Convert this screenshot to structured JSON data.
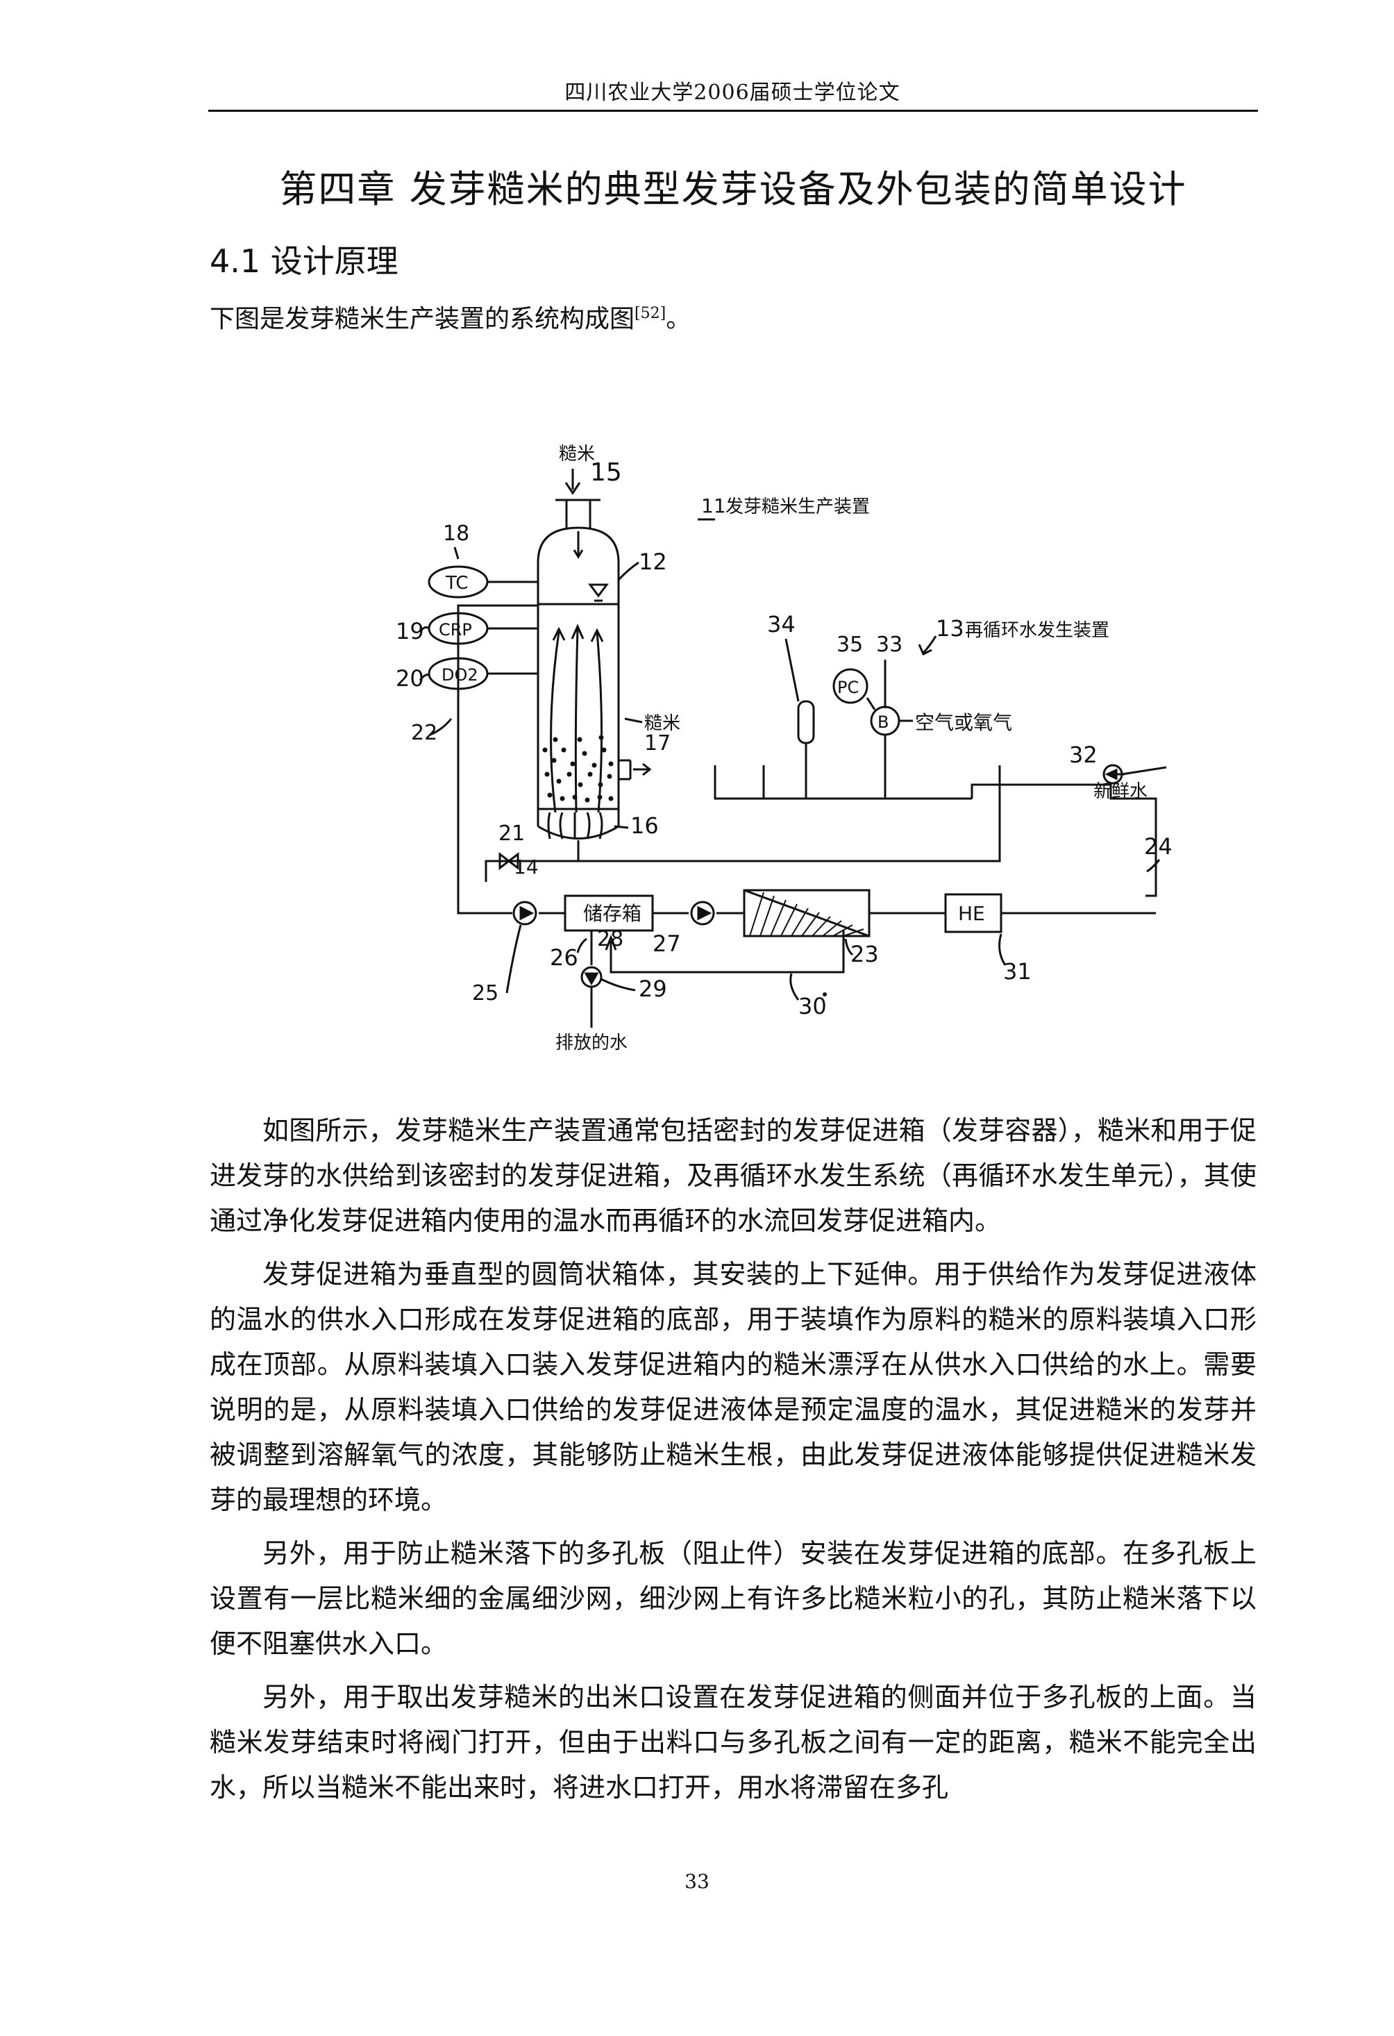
{
  "header": {
    "running_title": "四川农业大学2006届硕士学位论文"
  },
  "chapter": {
    "title": "第四章  发芽糙米的典型发芽设备及外包装的简单设计"
  },
  "section": {
    "title": "4.1 设计原理"
  },
  "intro": {
    "text": "下图是发芽糙米生产装置的系统构成图",
    "ref": "[52]",
    "end": "。"
  },
  "figure": {
    "labels": {
      "rice_in": "糙米",
      "n15": "15",
      "legend11_num": "11",
      "legend11_text": "发芽糙米生产装置",
      "n18": "18",
      "n12": "12",
      "tc": "TC",
      "crp": "CRP",
      "do2": "DO2",
      "n19": "19",
      "n20": "20",
      "n21": "21",
      "n22": "22",
      "n14": "14",
      "n16": "16",
      "n17": "17",
      "rice_inside": "糙米",
      "n34": "34",
      "n35": "35",
      "n33": "33",
      "pc": "PC",
      "b": "B",
      "air": "空气或氧气",
      "n13": "13",
      "legend13_text": "再循环水发生装置",
      "n32": "32",
      "fresh_water": "新鲜水",
      "n24": "24",
      "storage": "储存箱",
      "he": "HE",
      "n26": "26",
      "n28": "28",
      "n27": "27",
      "n23": "23",
      "n31": "31",
      "n25": "25",
      "n29": "29",
      "n30": "30",
      "drain": "排放的水"
    }
  },
  "body": {
    "paragraphs": [
      "如图所示，发芽糙米生产装置通常包括密封的发芽促进箱（发芽容器），糙米和用于促进发芽的水供给到该密封的发芽促进箱，及再循环水发生系统（再循环水发生单元），其使通过净化发芽促进箱内使用的温水而再循环的水流回发芽促进箱内。",
      "发芽促进箱为垂直型的圆筒状箱体，其安装的上下延伸。用于供给作为发芽促进液体的温水的供水入口形成在发芽促进箱的底部，用于装填作为原料的糙米的原料装填入口形成在顶部。从原料装填入口装入发芽促进箱内的糙米漂浮在从供水入口供给的水上。需要说明的是，从原料装填入口供给的发芽促进液体是预定温度的温水，其促进糙米的发芽并被调整到溶解氧气的浓度，其能够防止糙米生根，由此发芽促进液体能够提供促进糙米发芽的最理想的环境。",
      "另外，用于防止糙米落下的多孔板（阻止件）安装在发芽促进箱的底部。在多孔板上设置有一层比糙米细的金属细沙网，细沙网上有许多比糙米粒小的孔，其防止糙米落下以便不阻塞供水入口。",
      "另外，用于取出发芽糙米的出米口设置在发芽促进箱的侧面并位于多孔板的上面。当糙米发芽结束时将阀门打开，但由于出料口与多孔板之间有一定的距离，糙米不能完全出水，所以当糙米不能出来时，将进水口打开，用水将滞留在多孔"
    ]
  },
  "footer": {
    "page_number": "33"
  }
}
